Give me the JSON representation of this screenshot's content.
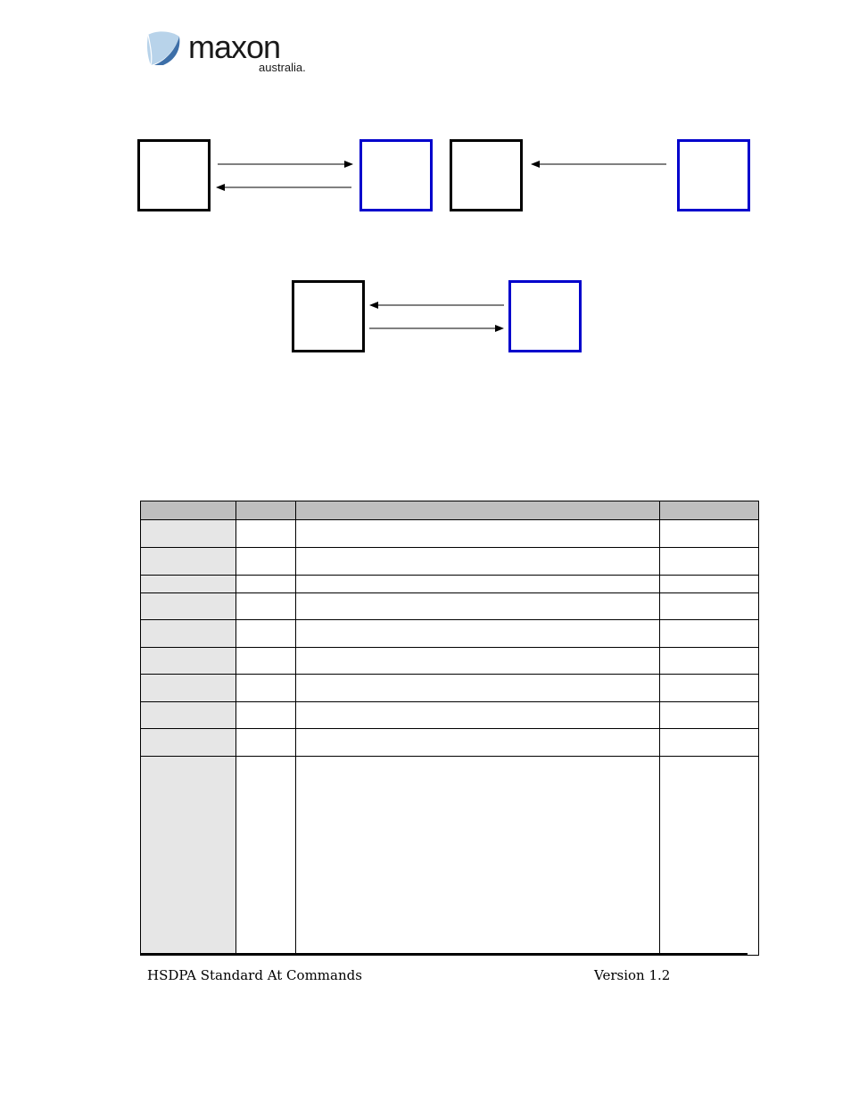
{
  "logo": {
    "brand": "maxon",
    "sub": "australia.",
    "colors": {
      "leaf_light": "#b8d3ea",
      "leaf_dark": "#3d6fa8",
      "text": "#1a1a1a"
    }
  },
  "diagram": {
    "colors": {
      "box_black": "#000000",
      "box_blue": "#0000cc"
    }
  },
  "table": {
    "header_color": "#bfbfbf",
    "first_col_color": "#e6e6e6",
    "row_count": 10
  },
  "footer": {
    "left": "HSDPA Standard At Commands",
    "right": "Version 1.2"
  }
}
